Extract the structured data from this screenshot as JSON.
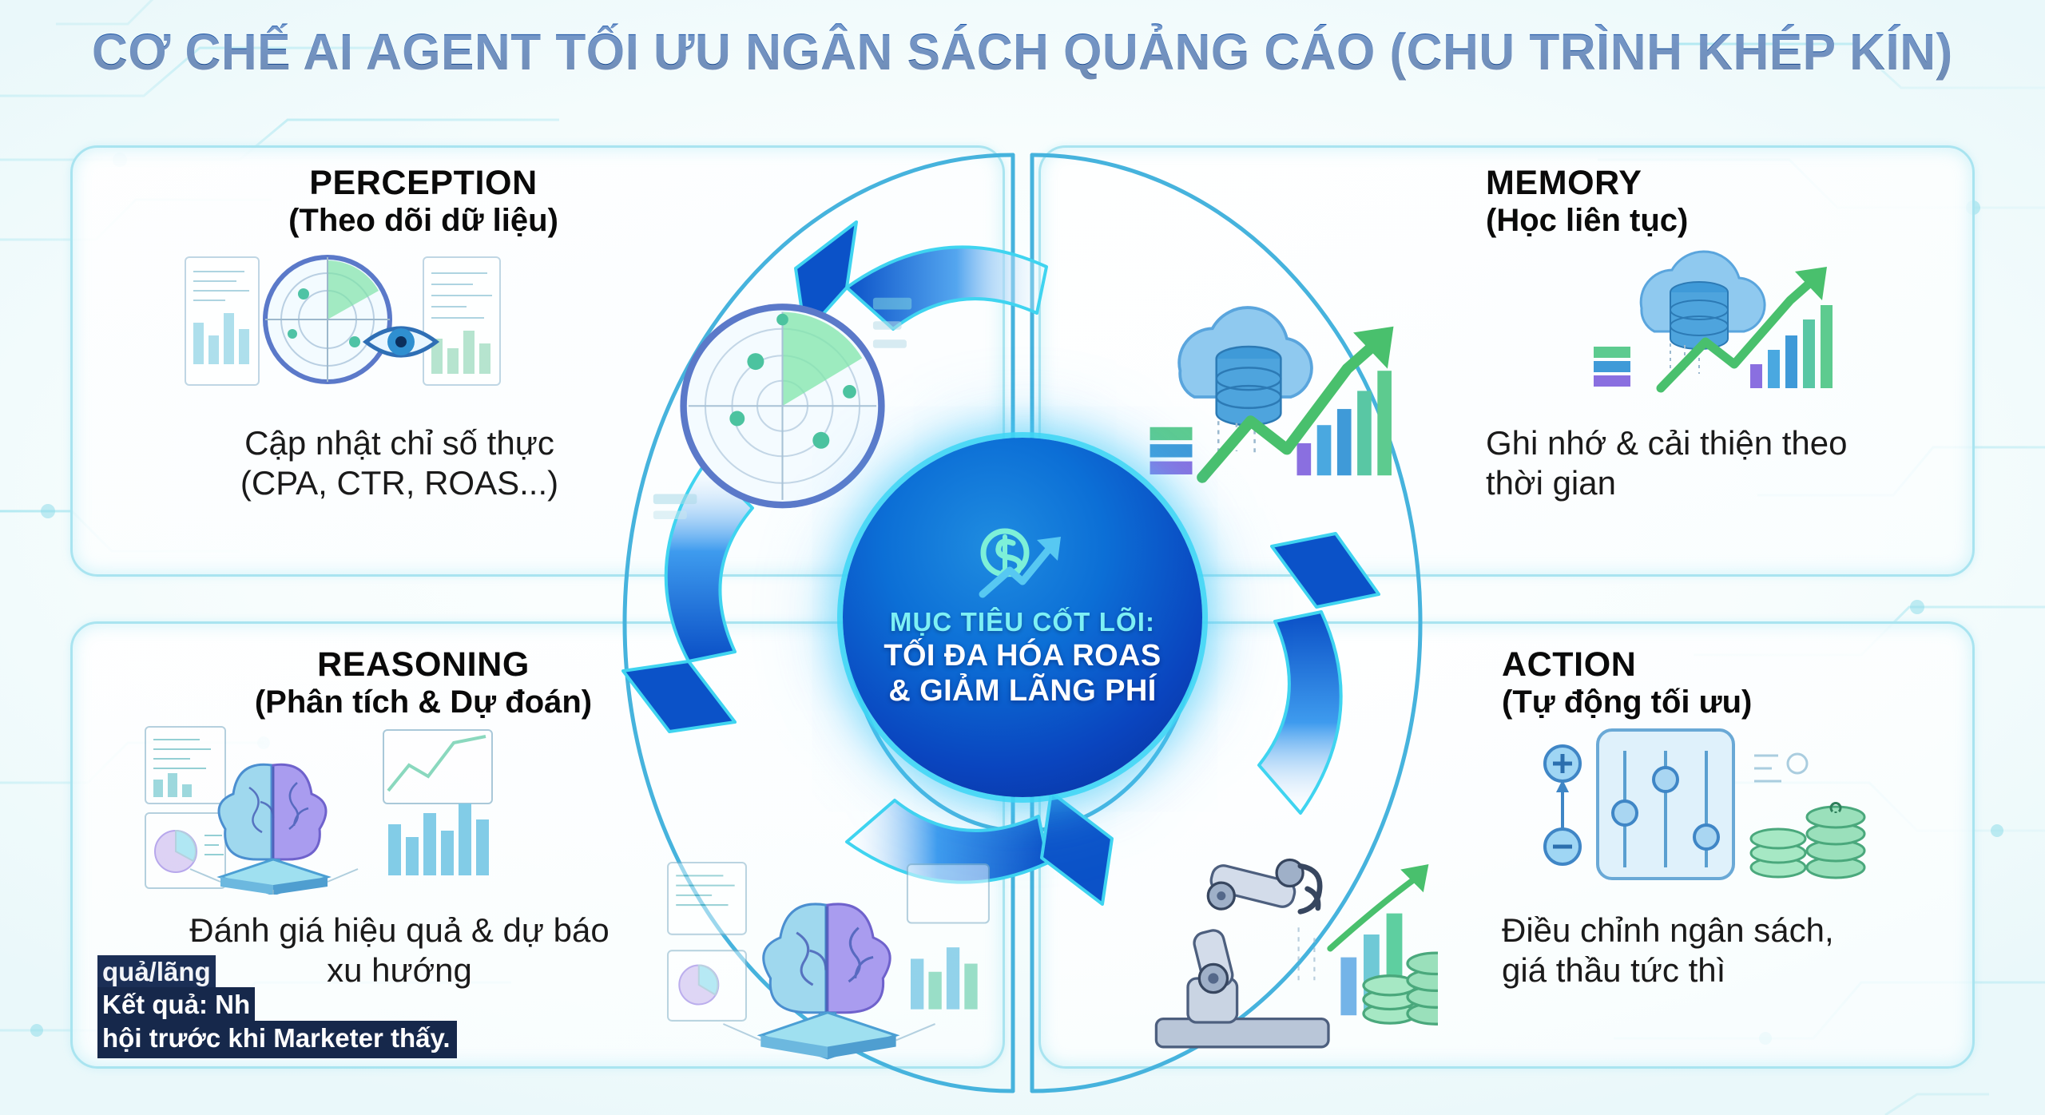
{
  "title": "CƠ CHẾ AI AGENT TỐI ƯU NGÂN SÁCH QUẢNG CÁO (CHU TRÌNH KHÉP KÍN)",
  "colors": {
    "title_blue": "#174e9c",
    "card_border": "#a9e4f0",
    "arrow_blue": "#0a5fd8",
    "ring_blue": "#3ab5e0",
    "core_cyan": "#7df0f5",
    "page_bg": "#eaf8fa"
  },
  "quadrants": {
    "perception": {
      "en": "PERCEPTION",
      "vi": "(Theo dõi dữ liệu)",
      "body_line1": "Cập nhật chỉ số thực",
      "body_line2": "(CPA, CTR, ROAS...)",
      "icon": "radar-dashboard-eye-icon"
    },
    "memory": {
      "en": "MEMORY",
      "vi": "(Học liên tục)",
      "body_line1": "Ghi nhớ & cải thiện theo",
      "body_line2": "thời gian",
      "icon": "cloud-database-growth-chart-icon"
    },
    "reasoning": {
      "en": "REASONING",
      "vi": "(Phân tích & Dự đoán)",
      "body_line1": "Đánh giá hiệu quả & dự báo",
      "body_line2": "xu hướng",
      "icon": "brain-analytics-icon"
    },
    "action": {
      "en": "ACTION",
      "vi": "(Tự động tối ưu)",
      "body_line1": "Điều chỉnh ngân sách,",
      "body_line2": "giá thầu tức thì",
      "icon": "sliders-budget-coins-icon"
    }
  },
  "center": {
    "line1": "MỤC TIÊU CỐT LÕI:",
    "line2": "TỐI ĐA HÓA ROAS",
    "line3": "& GIẢM LÃNG PHÍ",
    "icon": "dollar-growth-arrow-icon"
  },
  "cycle_icons": {
    "top_left": "radar-scan-icon",
    "top_right": "cloud-data-chart-icon",
    "bottom_left": "ai-brain-chip-icon",
    "bottom_right": "robot-arm-coins-icon"
  },
  "arrows": {
    "top": "curved-arrow-left",
    "left": "curved-arrow-down",
    "bottom": "curved-arrow-right",
    "right": "curved-arrow-up"
  },
  "caption_overlay": {
    "line1": "quả/lãng",
    "line2_bold": "Kết quả:",
    "line2_rest": " Nh",
    "line3": "hội trước khi Marketer thấy."
  }
}
